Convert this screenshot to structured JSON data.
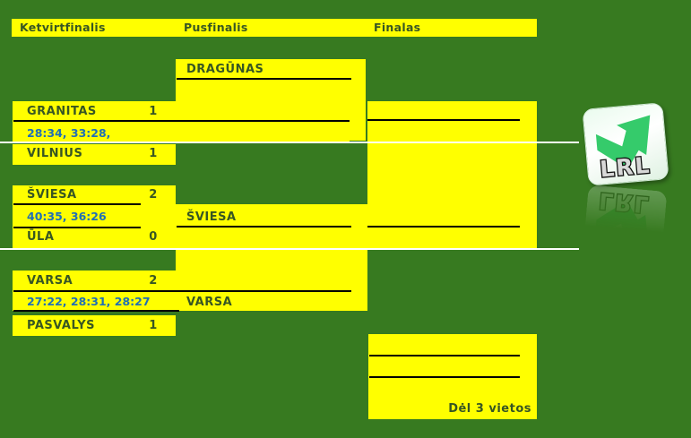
{
  "colors": {
    "bg": "#377A20",
    "cell": "#FFFF00",
    "team": "#375623",
    "score": "#1F6FB5",
    "lineBlack": "#000000",
    "lineWhite": "#FFFFFF",
    "logoGreen": "#35CB6B",
    "logoText": "#D8D8D8"
  },
  "header": {
    "quarterfinals_label": "Ketvirtfinalis",
    "semifinals_label": "Pusfinalis",
    "finals_label": "Finalas"
  },
  "matches": [
    {
      "home": "GRANITAS",
      "home_score": "1",
      "result": "28:34, 33:28,",
      "away": "VILNIUS",
      "away_score": "1"
    },
    {
      "home": "ŠVIESA",
      "home_score": "2",
      "result": "40:35, 36:26",
      "away": "ŪLA",
      "away_score": "0"
    },
    {
      "home": "VARSA",
      "home_score": "2",
      "result": "27:22, 28:31, 28:27",
      "away": "PASVALYS",
      "away_score": "1"
    }
  ],
  "semifinal_slots": [
    "DRAGŪNAS",
    "ŠVIESA",
    "VARSA"
  ],
  "third_place_label": "Dėl 3 vietos",
  "logo": {
    "text": "LRL"
  }
}
